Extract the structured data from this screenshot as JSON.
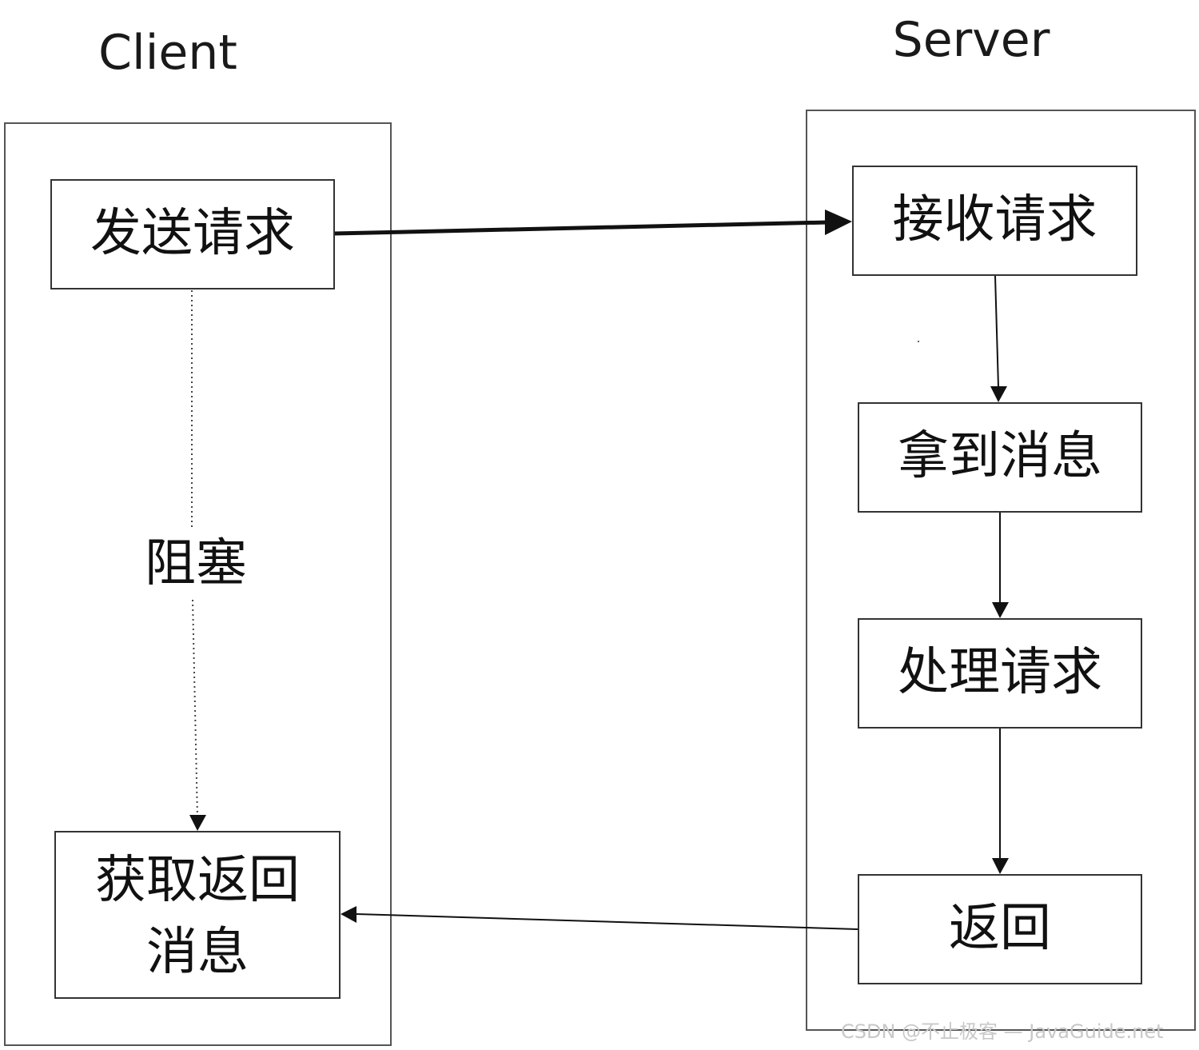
{
  "columns": {
    "client": {
      "title": "Client"
    },
    "server": {
      "title": "Server"
    }
  },
  "client": {
    "send_request": "发送请求",
    "blocking": "阻塞",
    "get_response": "获取返回\n消息"
  },
  "server": {
    "receive_request": "接收请求",
    "get_message": "拿到消息",
    "process_request": "处理请求",
    "return": "返回"
  },
  "watermark": "CSDN @不止极客 — JavaGuide.net",
  "colors": {
    "line": "#111111",
    "border": "#333333",
    "lane_border": "#555555",
    "watermark": "#c8c8c8"
  }
}
